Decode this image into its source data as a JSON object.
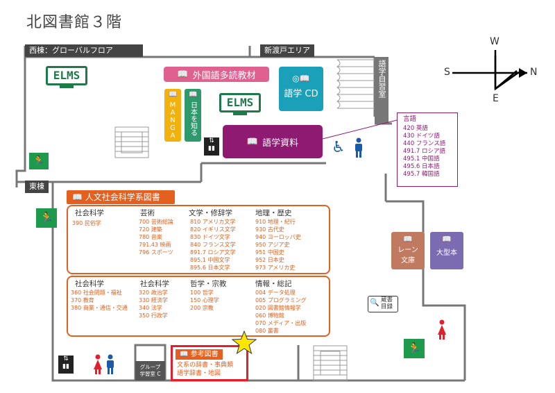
{
  "title": "北図書館３階",
  "zones": {
    "west_wing": "西棟：グローバルフロア",
    "shintoko": "新渡戸エリア",
    "east_wing": "東棟"
  },
  "rooms": {
    "self_study": "語学自習室",
    "group_study_1": "グループ",
    "group_study_2": "学習室 C",
    "lane_stacks_1": "レーン",
    "lane_stacks_2": "文庫",
    "large_books": "大型本",
    "catalog_1": "蔵書",
    "catalog_2": "目録"
  },
  "buttons": {
    "foreign_reading": "外国語多読教材",
    "language_cd": "語学 CD",
    "manga": "MANGA",
    "know_japan": "日本を知る",
    "language_materials": "語学資料",
    "elms": "ELMS"
  },
  "language_list": {
    "heading": "言語",
    "items": [
      "420 英語",
      "430 ドイツ語",
      "440 フランス語",
      "491.7 ロシア語",
      "495.1 中国語",
      "495.6 日本語",
      "495.7 韓国語"
    ]
  },
  "humanities": {
    "title": "人文社会科学系図書",
    "top_columns": [
      {
        "head": "社会科学",
        "items": [
          "390 民俗学"
        ]
      },
      {
        "head": "芸術",
        "items": [
          "700 芸術総論",
          "720 建築",
          "780 音楽",
          "791.43 映画",
          "796 スポーツ"
        ]
      },
      {
        "head": "文学・修辞学",
        "items": [
          "810 アメリカ文学",
          "820 イギリス文学",
          "830 ドイツ文学",
          "840 フランス文学",
          "891.7 ロシア文学",
          "895.1 中国文学",
          "895.6 日本文学"
        ]
      },
      {
        "head": "地理・歴史",
        "items": [
          "910 地理・紀行",
          "930 古代史",
          "940 ヨーロッパ史",
          "950 アジア史",
          "951 中国史",
          "952 日本史",
          "973 アメリカ史"
        ]
      }
    ],
    "bottom_columns": [
      {
        "head": "社会科学",
        "items": [
          "360 社会問題・福祉",
          "370 教育",
          "380 商業・通信・交通"
        ]
      },
      {
        "head": "社会科学",
        "items": [
          "320 政治学",
          "330 経済学",
          "340 法学",
          "350 行政学"
        ]
      },
      {
        "head": "哲学・宗教",
        "items": [
          "100 哲学",
          "150 心理学",
          "200 宗教"
        ]
      },
      {
        "head": "情報・総記",
        "items": [
          "004 データ処理",
          "005 プログラミング",
          "020 図書館情報学",
          "060 博物館",
          "070 メディア・出版",
          "080 叢書"
        ]
      }
    ]
  },
  "reference": {
    "title": "参考図書",
    "items": [
      "文系の辞書・事典類",
      "語学辞書・地図"
    ]
  },
  "compass": {
    "n": "N",
    "s": "S",
    "e": "E",
    "w": "W"
  },
  "colors": {
    "pink": "#e0608f",
    "purple": "#8e1a72",
    "teal": "#1aa0b8",
    "orange": "#e4601e",
    "red": "#e0202c",
    "green": "#1f7a4a",
    "brown": "#c07a60",
    "violet": "#7b6bb0",
    "manga_yellow": "#f2b10c",
    "japan_green": "#2e9a6b",
    "exit_green": "#1d9a4b",
    "restroom_red": "#e0202c",
    "restroom_blue": "#1a5aa8",
    "accessible_blue": "#1a5aa8",
    "star_yellow": "#ffe600"
  }
}
